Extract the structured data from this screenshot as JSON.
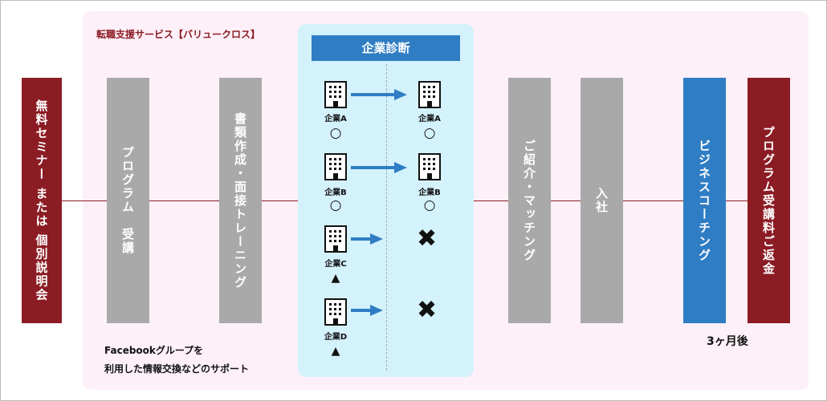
{
  "section_label": "転職支援サービス【バリュークロス】",
  "diagnosis_title": "企業診断",
  "steps": {
    "seminar": "無料セミナー または 個別説明会",
    "program": "プログラム　受講",
    "documents": "書類作成・面接トレーニング",
    "matching": "ご紹介・マッチング",
    "join": "入社",
    "coaching": "ビジネスコーチング",
    "refund": "プログラム受講料ご返金"
  },
  "companies": [
    {
      "name": "企業A",
      "before_mark": "○",
      "after_name": "企業A",
      "after_mark": "○"
    },
    {
      "name": "企業B",
      "before_mark": "○",
      "after_name": "企業B",
      "after_mark": "○"
    },
    {
      "name": "企業C",
      "before_mark": "▲",
      "after_result": "✖"
    },
    {
      "name": "企業D",
      "before_mark": "▲",
      "after_result": "✖"
    }
  ],
  "notes": {
    "support_line1": "Facebookグループを",
    "support_line2": "利用した情報交換などのサポート",
    "after_3months": "3ヶ月後"
  },
  "colors": {
    "dark_red": "#8c1c24",
    "grey": "#a9a9a9",
    "blue": "#2f7dc4",
    "light_blue": "#d4f2fb",
    "pink": "#fdf0f8"
  }
}
